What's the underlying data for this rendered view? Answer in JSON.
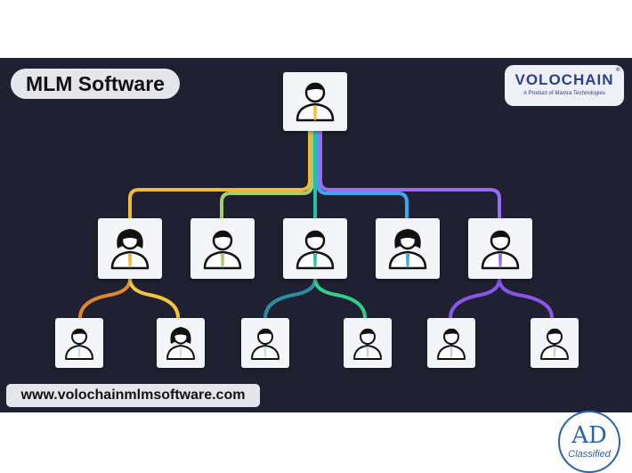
{
  "banner": {
    "title": "MLM Software",
    "website": "www.volochainmlmsoftware.com"
  },
  "logo": {
    "name": "VOLOCHAIN",
    "tagline": "A Product of Maxtra Technologies",
    "trademark": "®"
  },
  "stamp": {
    "letters": "AD",
    "label": "Classified"
  },
  "tree": {
    "root": {
      "icon": "person-icon",
      "tie": "#f0c330"
    },
    "level1": [
      {
        "icon": "woman-icon",
        "tie": "#f0b93a"
      },
      {
        "icon": "man-icon",
        "tie": "#a7cf6d"
      },
      {
        "icon": "man-icon",
        "tie": "#22c1a5"
      },
      {
        "icon": "woman-icon",
        "tie": "#3da7ea"
      },
      {
        "icon": "man-icon",
        "tie": "#9a6cf1"
      }
    ],
    "level2": [
      {
        "icon": "man-icon",
        "tie": "#c8d6ee"
      },
      {
        "icon": "woman-icon",
        "tie": "#cfe0d6"
      },
      {
        "icon": "man-icon",
        "tie": "#bde1e0"
      },
      {
        "icon": "man-icon",
        "tie": "#b8dbe5"
      },
      {
        "icon": "man-icon",
        "tie": "#d0c8ef"
      },
      {
        "icon": "man-icon",
        "tie": "#c8d0f0"
      }
    ],
    "line_colors": {
      "orange": "#f0a92e",
      "lime": "#a7cf6d",
      "teal": "#22c1a5",
      "blue": "#3da7ea",
      "purple": "#9a6cf1",
      "brown": "#e0872a",
      "yellow": "#f5c53a",
      "dark_teal": "#2a8fa0",
      "green_teal": "#2fd08a",
      "violet": "#8a55e8"
    }
  },
  "colors": {
    "banner_bg": "#1f2133",
    "pill_bg": "#e4e6ec",
    "brand_blue": "#2f3e8f",
    "stamp_blue": "#2a63ad"
  }
}
